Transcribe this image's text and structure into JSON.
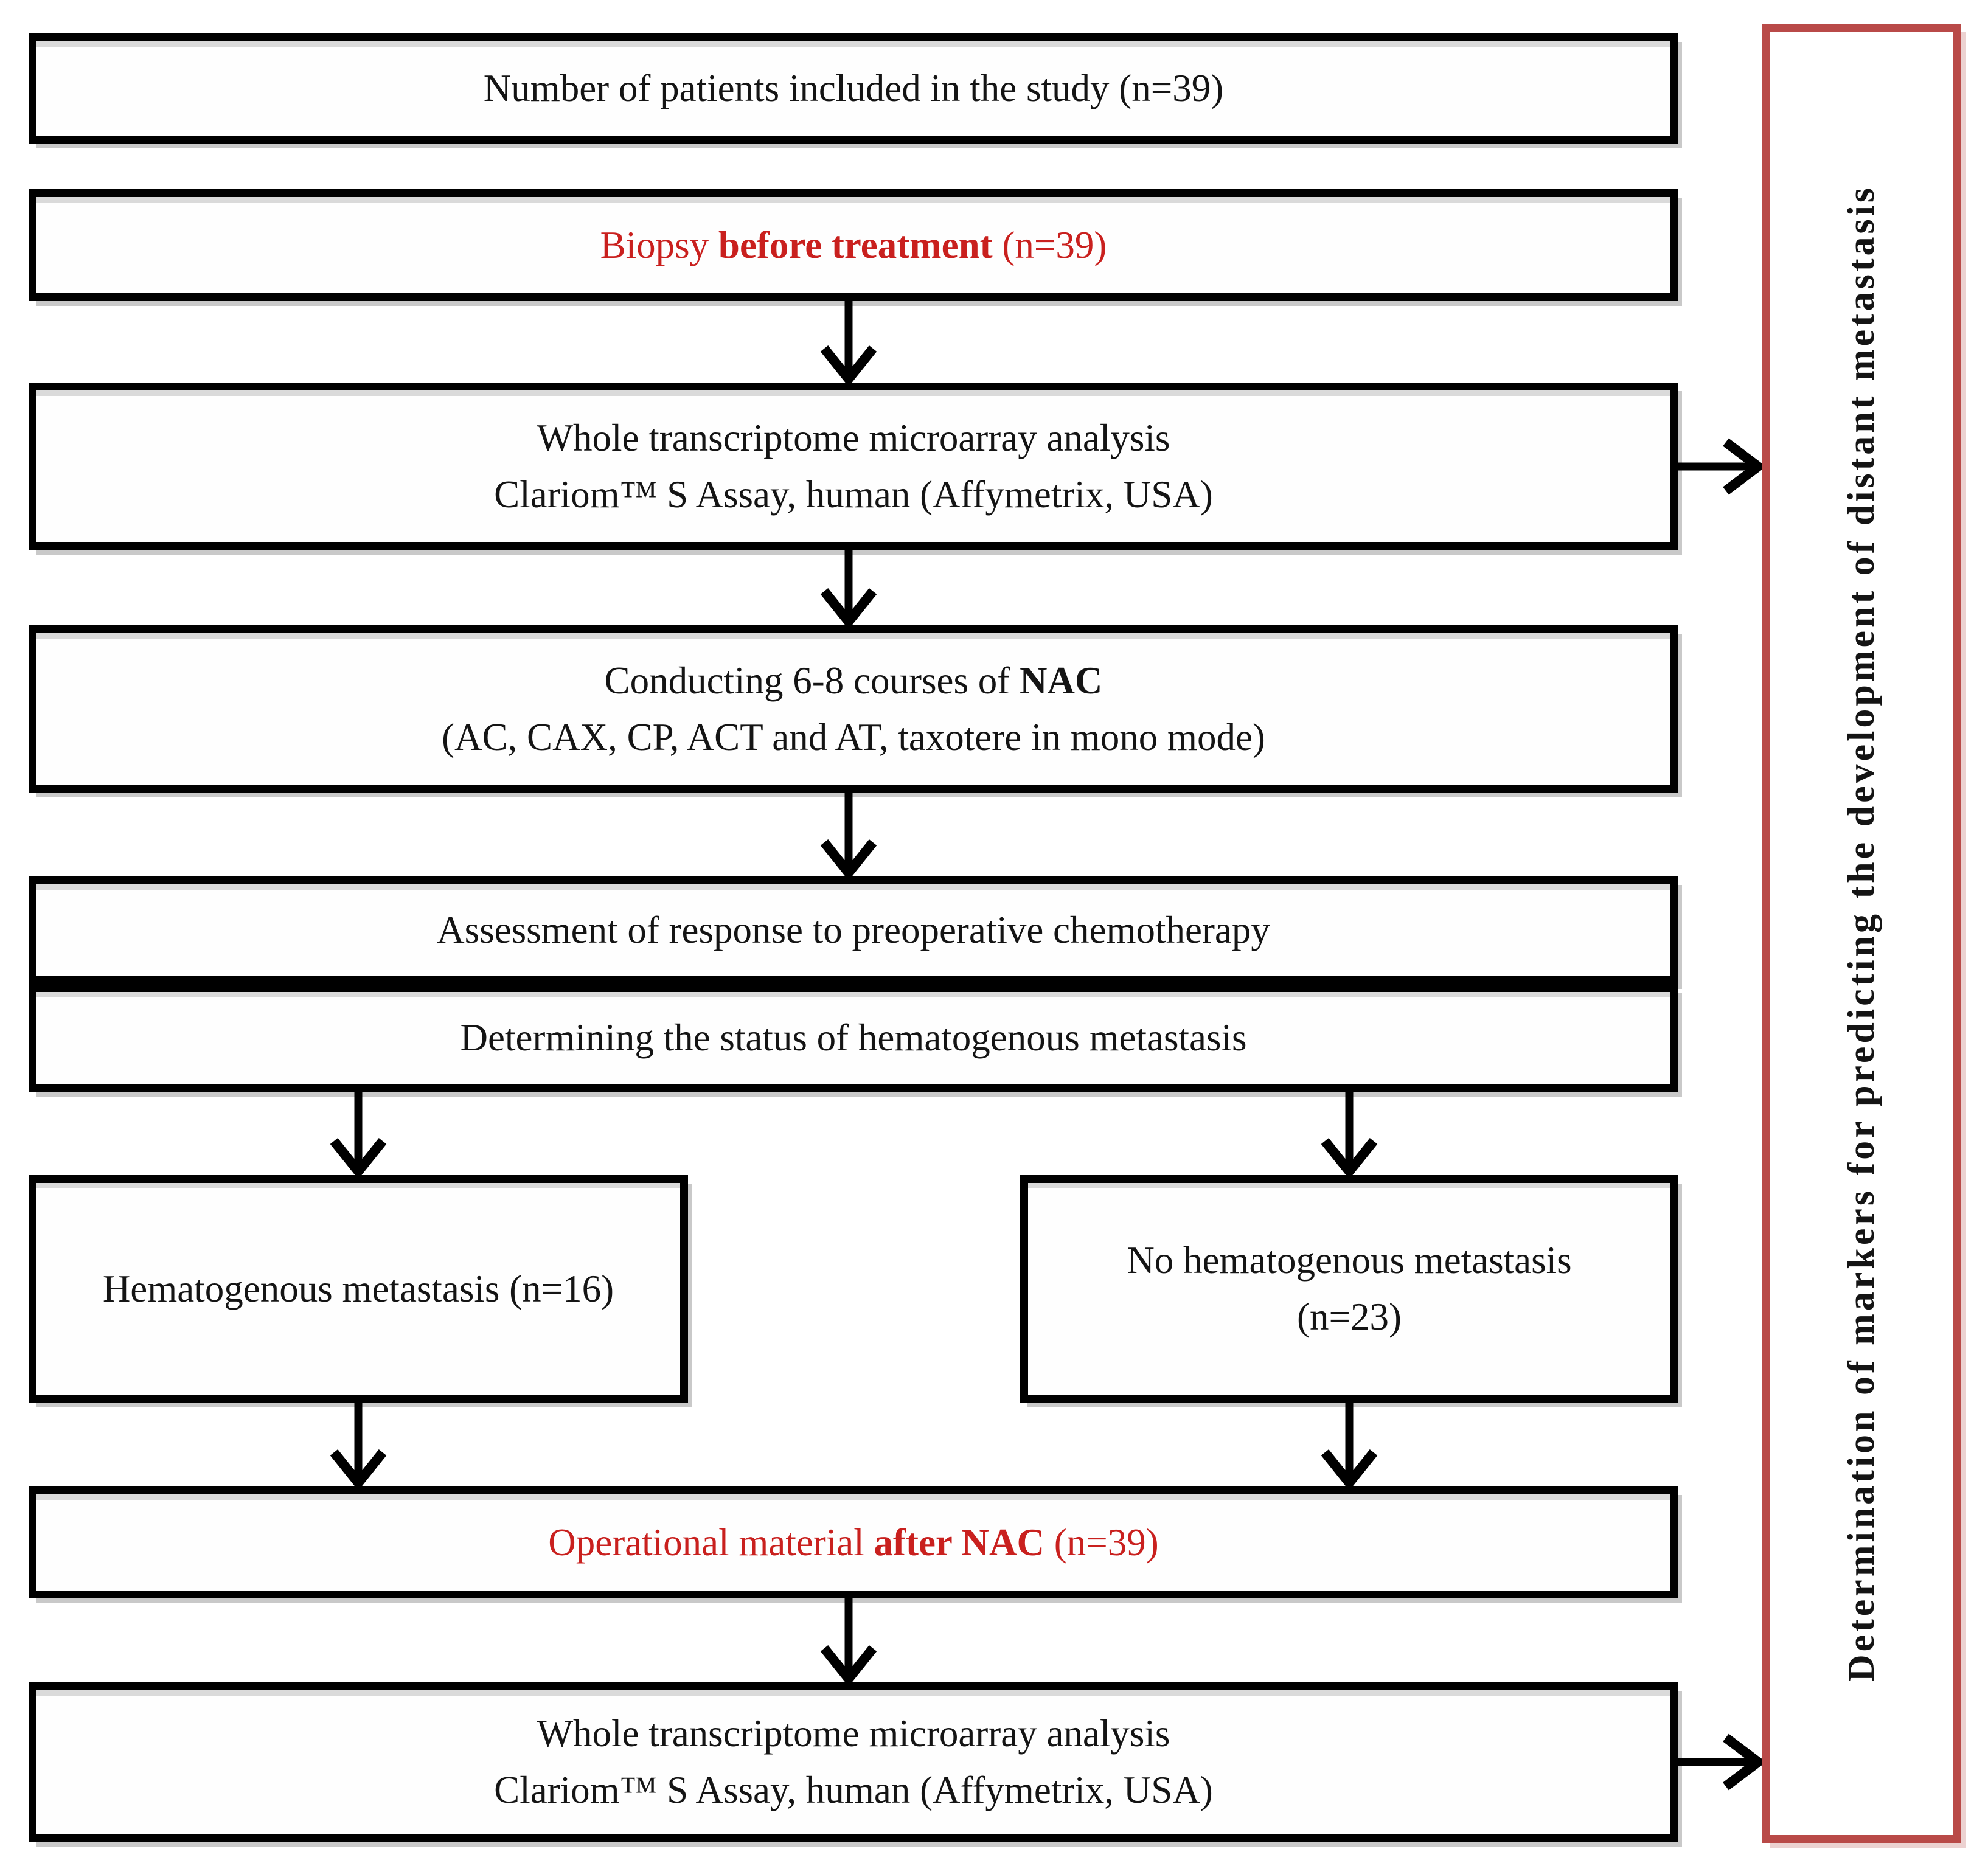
{
  "colors": {
    "red_text": "#c9201e",
    "sidebar_border": "#b94a48",
    "box_border": "#000000",
    "arrow": "#000000"
  },
  "boxes": {
    "patients": {
      "text": "Number of patients included in the study (n=39)"
    },
    "biopsy": {
      "pre": "Biopsy ",
      "bold": "before treatment",
      "post": " (n=39)"
    },
    "microarray_pre": {
      "line1": "Whole transcriptome microarray analysis",
      "line2": "Clariom™ S Assay, human (Affymetrix, USA)"
    },
    "nac": {
      "line1_pre": "Conducting 6-8 courses of ",
      "line1_bold": "NAC",
      "line2": "(AC, CAX, CP, ACT and AT, taxotere in mono mode)"
    },
    "assessment": {
      "text": "Assessment of response to preoperative chemotherapy"
    },
    "hematogenous_status": {
      "text": "Determining the status of hematogenous metastasis"
    },
    "hematogenous_metastasis": {
      "text": "Hematogenous metastasis (n=16)"
    },
    "no_hematogenous_metastasis": {
      "line1": "No hematogenous metastasis",
      "line2": "(n=23)"
    },
    "operational": {
      "pre": "Operational material ",
      "bold": "after NAC",
      "post": " (n=39)"
    },
    "microarray_post": {
      "line1": "Whole transcriptome microarray analysis",
      "line2": "Clariom™ S Assay, human (Affymetrix, USA)"
    },
    "sidebar": {
      "text": "Determination of markers for predicting the development of distant metastasis"
    }
  }
}
